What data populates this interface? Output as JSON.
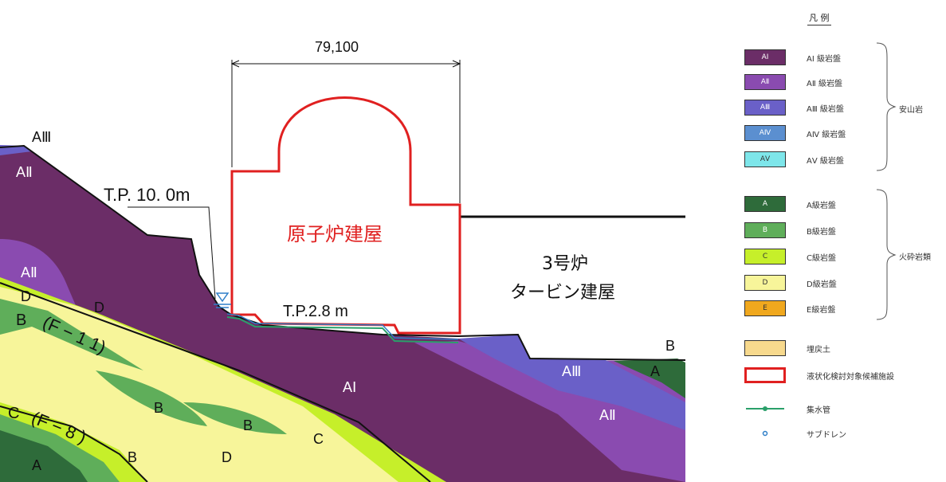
{
  "dimension_label": "79,100",
  "tp_top_label": "T.P. 10. 0m",
  "tp_bottom_label": "T.P.2.8 m",
  "reactor_building_label": "原子炉建屋",
  "turbine_label_1": "3号炉",
  "turbine_label_2": "タービン建屋",
  "strata": {
    "a3_left": "AⅢ",
    "a2_upper": "AⅡ",
    "a2_mid": "AⅡ",
    "d_left": "D",
    "d_mid": "D",
    "b_left": "B",
    "fault_f11": "(F − 1 1)",
    "b_lens1": "B",
    "b_lens2": "B",
    "c_band": "C",
    "fault_f8_c": "C",
    "fault_f8": "(F − 8 )",
    "b_lower": "B",
    "d_lower": "D",
    "a_bottom": "A",
    "a1_center": "AⅠ",
    "a3_right": "AⅢ",
    "a_right": "A",
    "a2_right": "AⅡ",
    "b_right": "B"
  },
  "legend": {
    "title": "凡 例",
    "andesite_group": "安山岩",
    "pyroclastic_group": "火砕岩類",
    "items": [
      {
        "code": "AⅠ",
        "label": "AⅠ 級岩盤",
        "color": "#6b2d67"
      },
      {
        "code": "AⅡ",
        "label": "AⅡ 級岩盤",
        "color": "#8a4bb0"
      },
      {
        "code": "AⅢ",
        "label": "AⅢ 級岩盤",
        "color": "#6a60c8"
      },
      {
        "code": "AⅣ",
        "label": "AⅣ 級岩盤",
        "color": "#5b8fd0"
      },
      {
        "code": "AⅤ",
        "label": "AⅤ 級岩盤",
        "color": "#7ee6ea"
      },
      {
        "code": "A",
        "label": "A級岩盤",
        "color": "#2e6b3a"
      },
      {
        "code": "B",
        "label": "B級岩盤",
        "color": "#5fae5a"
      },
      {
        "code": "C",
        "label": "C級岩盤",
        "color": "#c6ef2a"
      },
      {
        "code": "D",
        "label": "D級岩盤",
        "color": "#f7f59a"
      },
      {
        "code": "E",
        "label": "E級岩盤",
        "color": "#f0a81e"
      },
      {
        "code": "",
        "label": "埋戻土",
        "color": "#f7d98d"
      },
      {
        "code": "",
        "label": "液状化検討対象候補施設",
        "color": "#e02020"
      },
      {
        "code": "",
        "label": "集水管",
        "color": "#2aa06a"
      },
      {
        "code": "",
        "label": "サブドレン",
        "color": "#2f7fc8"
      }
    ]
  },
  "colors": {
    "a1": "#6b2d67",
    "a2": "#8a4bb0",
    "a3": "#6a60c8",
    "a_dark": "#2e6b3a",
    "b": "#5fae5a",
    "c": "#c6ef2a",
    "d": "#f7f59a",
    "reactor_outline": "#e02020",
    "water_pipe": "#2aa06a",
    "subdrain": "#2f7fc8"
  }
}
